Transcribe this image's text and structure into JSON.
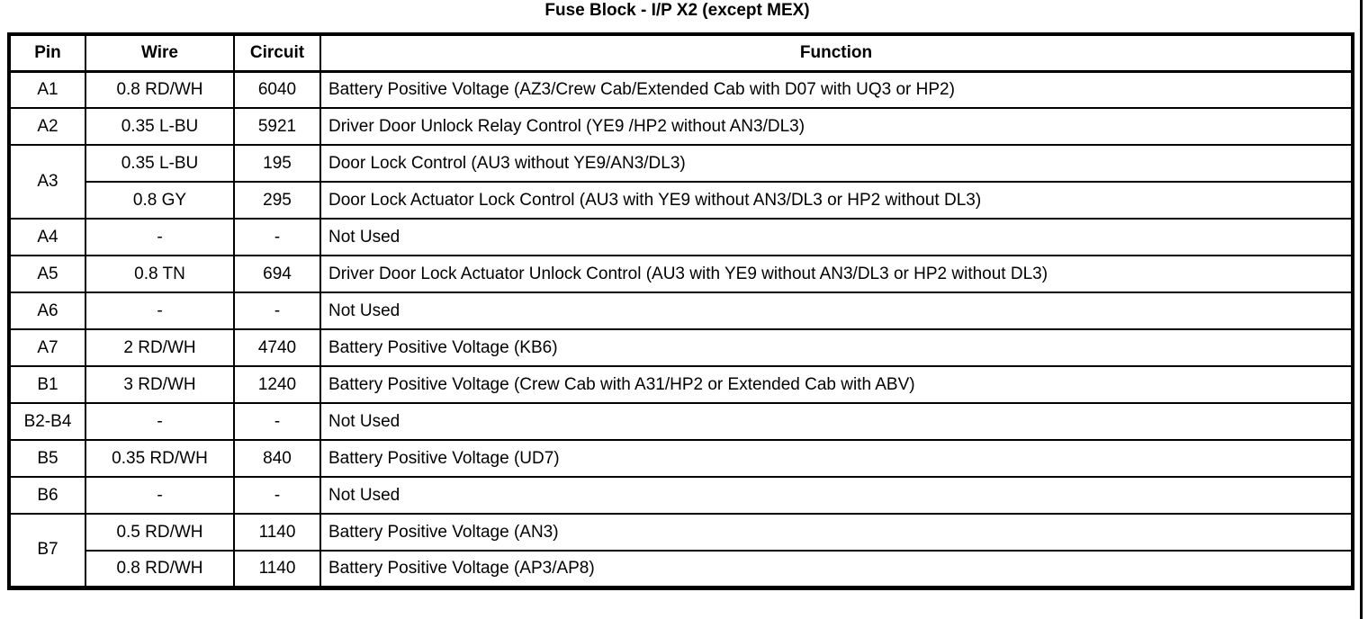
{
  "document": {
    "title": "Fuse Block - I/P X2 (except MEX)"
  },
  "table": {
    "name": "fuse-block-ip-x2-pinout",
    "headers": {
      "pin": "Pin",
      "wire": "Wire",
      "circuit": "Circuit",
      "function": "Function"
    },
    "rows": [
      {
        "pin": "A1",
        "rowspan": 1,
        "entries": [
          {
            "wire": "0.8 RD/WH",
            "circuit": "6040",
            "function": "Battery Positive Voltage (AZ3/Crew Cab/Extended Cab with D07 with UQ3 or HP2)"
          }
        ]
      },
      {
        "pin": "A2",
        "rowspan": 1,
        "entries": [
          {
            "wire": "0.35 L-BU",
            "circuit": "5921",
            "function": "Driver Door Unlock Relay Control (YE9 /HP2 without AN3/DL3)"
          }
        ]
      },
      {
        "pin": "A3",
        "rowspan": 2,
        "entries": [
          {
            "wire": "0.35 L-BU",
            "circuit": "195",
            "function": "Door Lock Control (AU3 without YE9/AN3/DL3)"
          },
          {
            "wire": "0.8 GY",
            "circuit": "295",
            "function": "Door Lock Actuator Lock Control (AU3 with YE9 without AN3/DL3 or HP2 without DL3)"
          }
        ]
      },
      {
        "pin": "A4",
        "rowspan": 1,
        "entries": [
          {
            "wire": "-",
            "circuit": "-",
            "function": "Not Used"
          }
        ]
      },
      {
        "pin": "A5",
        "rowspan": 1,
        "entries": [
          {
            "wire": "0.8 TN",
            "circuit": "694",
            "function": "Driver Door Lock Actuator Unlock Control (AU3 with YE9 without AN3/DL3 or HP2 without DL3)"
          }
        ]
      },
      {
        "pin": "A6",
        "rowspan": 1,
        "entries": [
          {
            "wire": "-",
            "circuit": "-",
            "function": "Not Used"
          }
        ]
      },
      {
        "pin": "A7",
        "rowspan": 1,
        "entries": [
          {
            "wire": "2 RD/WH",
            "circuit": "4740",
            "function": "Battery Positive Voltage (KB6)"
          }
        ]
      },
      {
        "pin": "B1",
        "rowspan": 1,
        "entries": [
          {
            "wire": "3 RD/WH",
            "circuit": "1240",
            "function": "Battery Positive Voltage (Crew Cab with A31/HP2 or Extended Cab with ABV)"
          }
        ]
      },
      {
        "pin": "B2-B4",
        "rowspan": 1,
        "entries": [
          {
            "wire": "-",
            "circuit": "-",
            "function": "Not Used"
          }
        ]
      },
      {
        "pin": "B5",
        "rowspan": 1,
        "entries": [
          {
            "wire": "0.35 RD/WH",
            "circuit": "840",
            "function": "Battery Positive Voltage (UD7)"
          }
        ]
      },
      {
        "pin": "B6",
        "rowspan": 1,
        "entries": [
          {
            "wire": "-",
            "circuit": "-",
            "function": "Not Used"
          }
        ]
      },
      {
        "pin": "B7",
        "rowspan": 2,
        "entries": [
          {
            "wire": "0.5 RD/WH",
            "circuit": "1140",
            "function": "Battery Positive Voltage (AN3)"
          },
          {
            "wire": "0.8 RD/WH",
            "circuit": "1140",
            "function": "Battery Positive Voltage (AP3/AP8)"
          }
        ]
      }
    ]
  },
  "colors": {
    "ink": "#000000",
    "paper": "#ffffff"
  }
}
